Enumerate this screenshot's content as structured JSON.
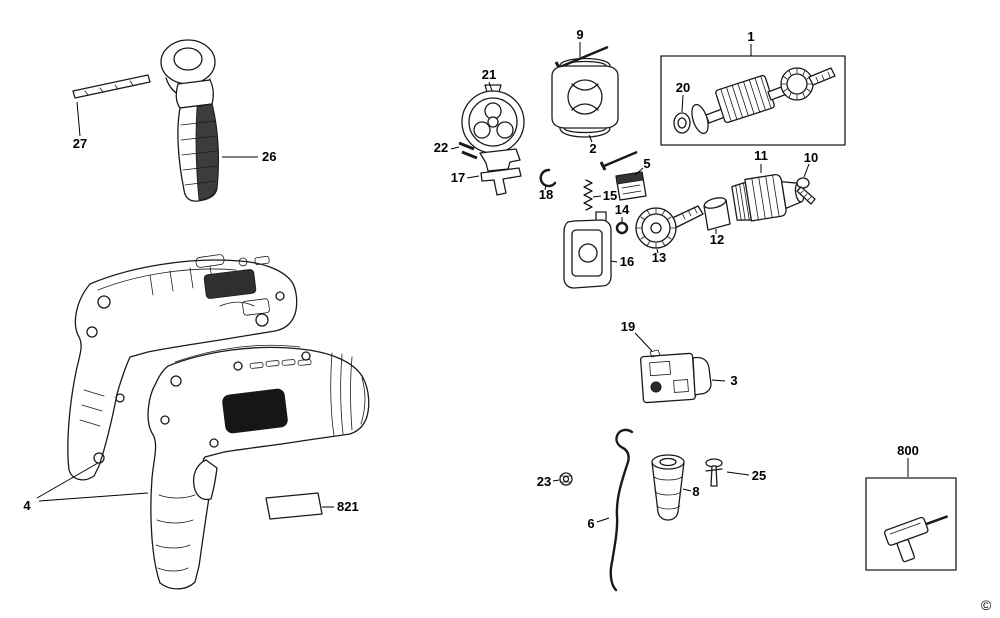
{
  "diagram": {
    "kind": "exploded-parts-diagram",
    "background": "#ffffff",
    "line_color": "#1a1a1a",
    "dark_fill": "#1e1e1e",
    "copyright": "©"
  },
  "labels": {
    "p1": "1",
    "p2": "2",
    "p3": "3",
    "p4": "4",
    "p5": "5",
    "p6": "6",
    "p8": "8",
    "p9": "9",
    "p10": "10",
    "p11": "11",
    "p12": "12",
    "p13": "13",
    "p14": "14",
    "p15": "15",
    "p16": "16",
    "p17": "17",
    "p18": "18",
    "p19": "19",
    "p20": "20",
    "p21": "21",
    "p22": "22",
    "p23": "23",
    "p25": "25",
    "p26": "26",
    "p27": "27",
    "p800": "800",
    "p821": "821"
  }
}
